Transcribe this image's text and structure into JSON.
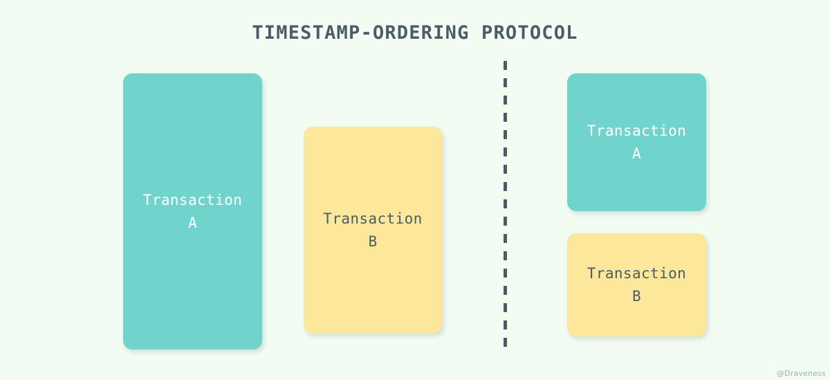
{
  "diagram": {
    "title": "TIMESTAMP-ORDERING PROTOCOL",
    "watermark": "@Draveness",
    "colors": {
      "background": "#f2fcf3",
      "teal": "#71d4cc",
      "yellow": "#fce79a",
      "text_dark": "#4a5c66",
      "text_light": "#ffffff",
      "divider": "#4a5c66",
      "watermark": "#9fb0b2"
    },
    "divider": {
      "style": "dashed",
      "orientation": "vertical"
    },
    "groups": [
      {
        "id": "left",
        "boxes": [
          {
            "id": "left-a",
            "label": "Transaction\nA",
            "color": "teal"
          },
          {
            "id": "left-b",
            "label": "Transaction\nB",
            "color": "yellow"
          }
        ]
      },
      {
        "id": "right",
        "boxes": [
          {
            "id": "right-a",
            "label": "Transaction\nA",
            "color": "teal"
          },
          {
            "id": "right-b",
            "label": "Transaction\nB",
            "color": "yellow"
          }
        ]
      }
    ]
  }
}
